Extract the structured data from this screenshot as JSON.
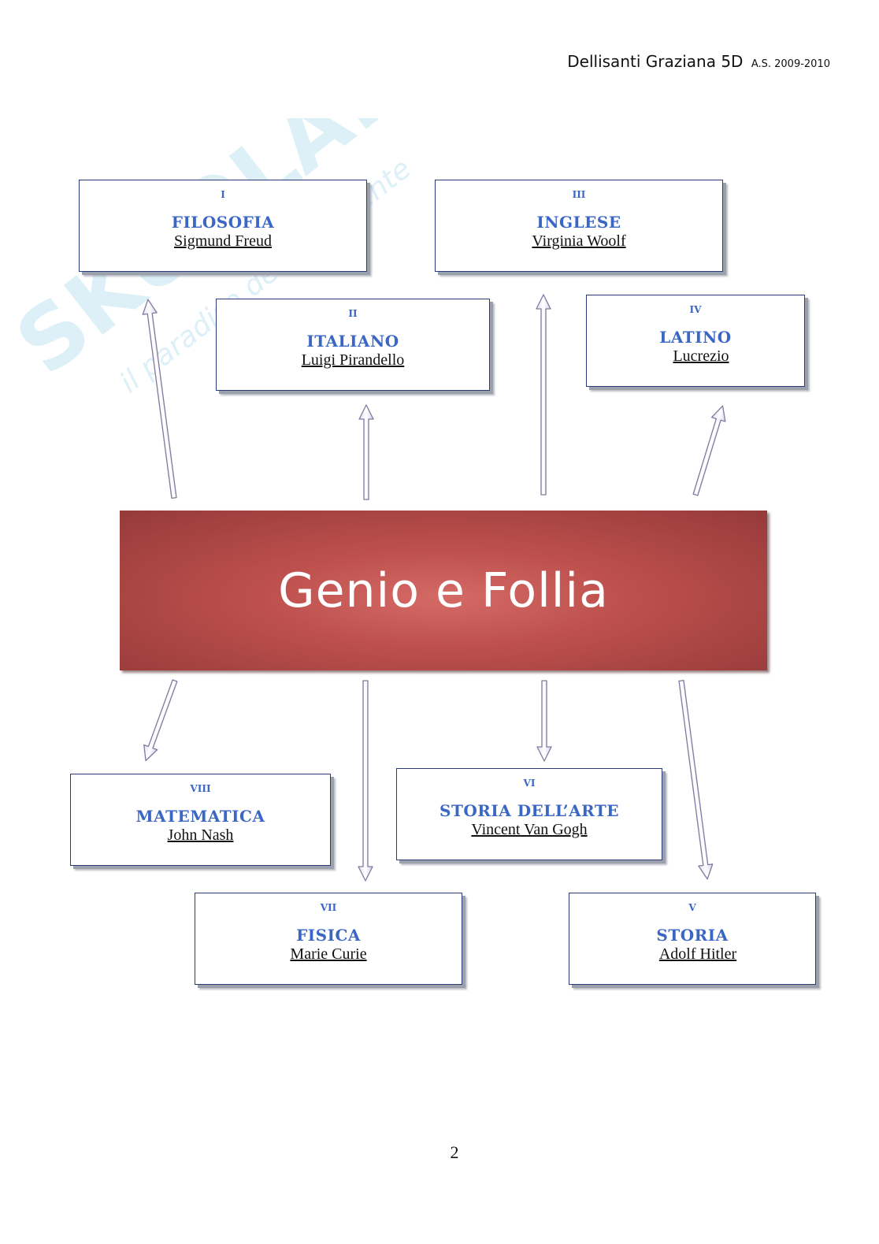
{
  "header": {
    "author": "Dellisanti Graziana 5D",
    "school_year": "A.S. 2009-2010"
  },
  "watermark": {
    "line1": "SKUOLA.net",
    "line2": "il paradiso dello studente"
  },
  "center": {
    "title": "Genio e Follia"
  },
  "boxes": [
    {
      "num": "I",
      "subject": "FILOSOFIA",
      "person": "Sigmund Freud"
    },
    {
      "num": "II",
      "subject": "ITALIANO",
      "person": "Luigi Pirandello"
    },
    {
      "num": "III",
      "subject": "INGLESE",
      "person": "Virginia Woolf"
    },
    {
      "num": "IV",
      "subject": "LATINO",
      "person": "Lucrezio"
    },
    {
      "num": "V",
      "subject": "STORIA",
      "person": "Adolf Hitler"
    },
    {
      "num": "VI",
      "subject": "STORIA DELL’ARTE",
      "person": "Vincent Van Gogh"
    },
    {
      "num": "VII",
      "subject": "FISICA",
      "person": "Marie Curie"
    },
    {
      "num": "VIII",
      "subject": "MATEMATICA",
      "person": "John Nash"
    }
  ],
  "page_number": "2",
  "colors": {
    "subject_blue": "#3a66c4",
    "center_red": "#b84b48",
    "arrow_fill": "#f1ecfa",
    "arrow_stroke": "#8a86a8"
  }
}
